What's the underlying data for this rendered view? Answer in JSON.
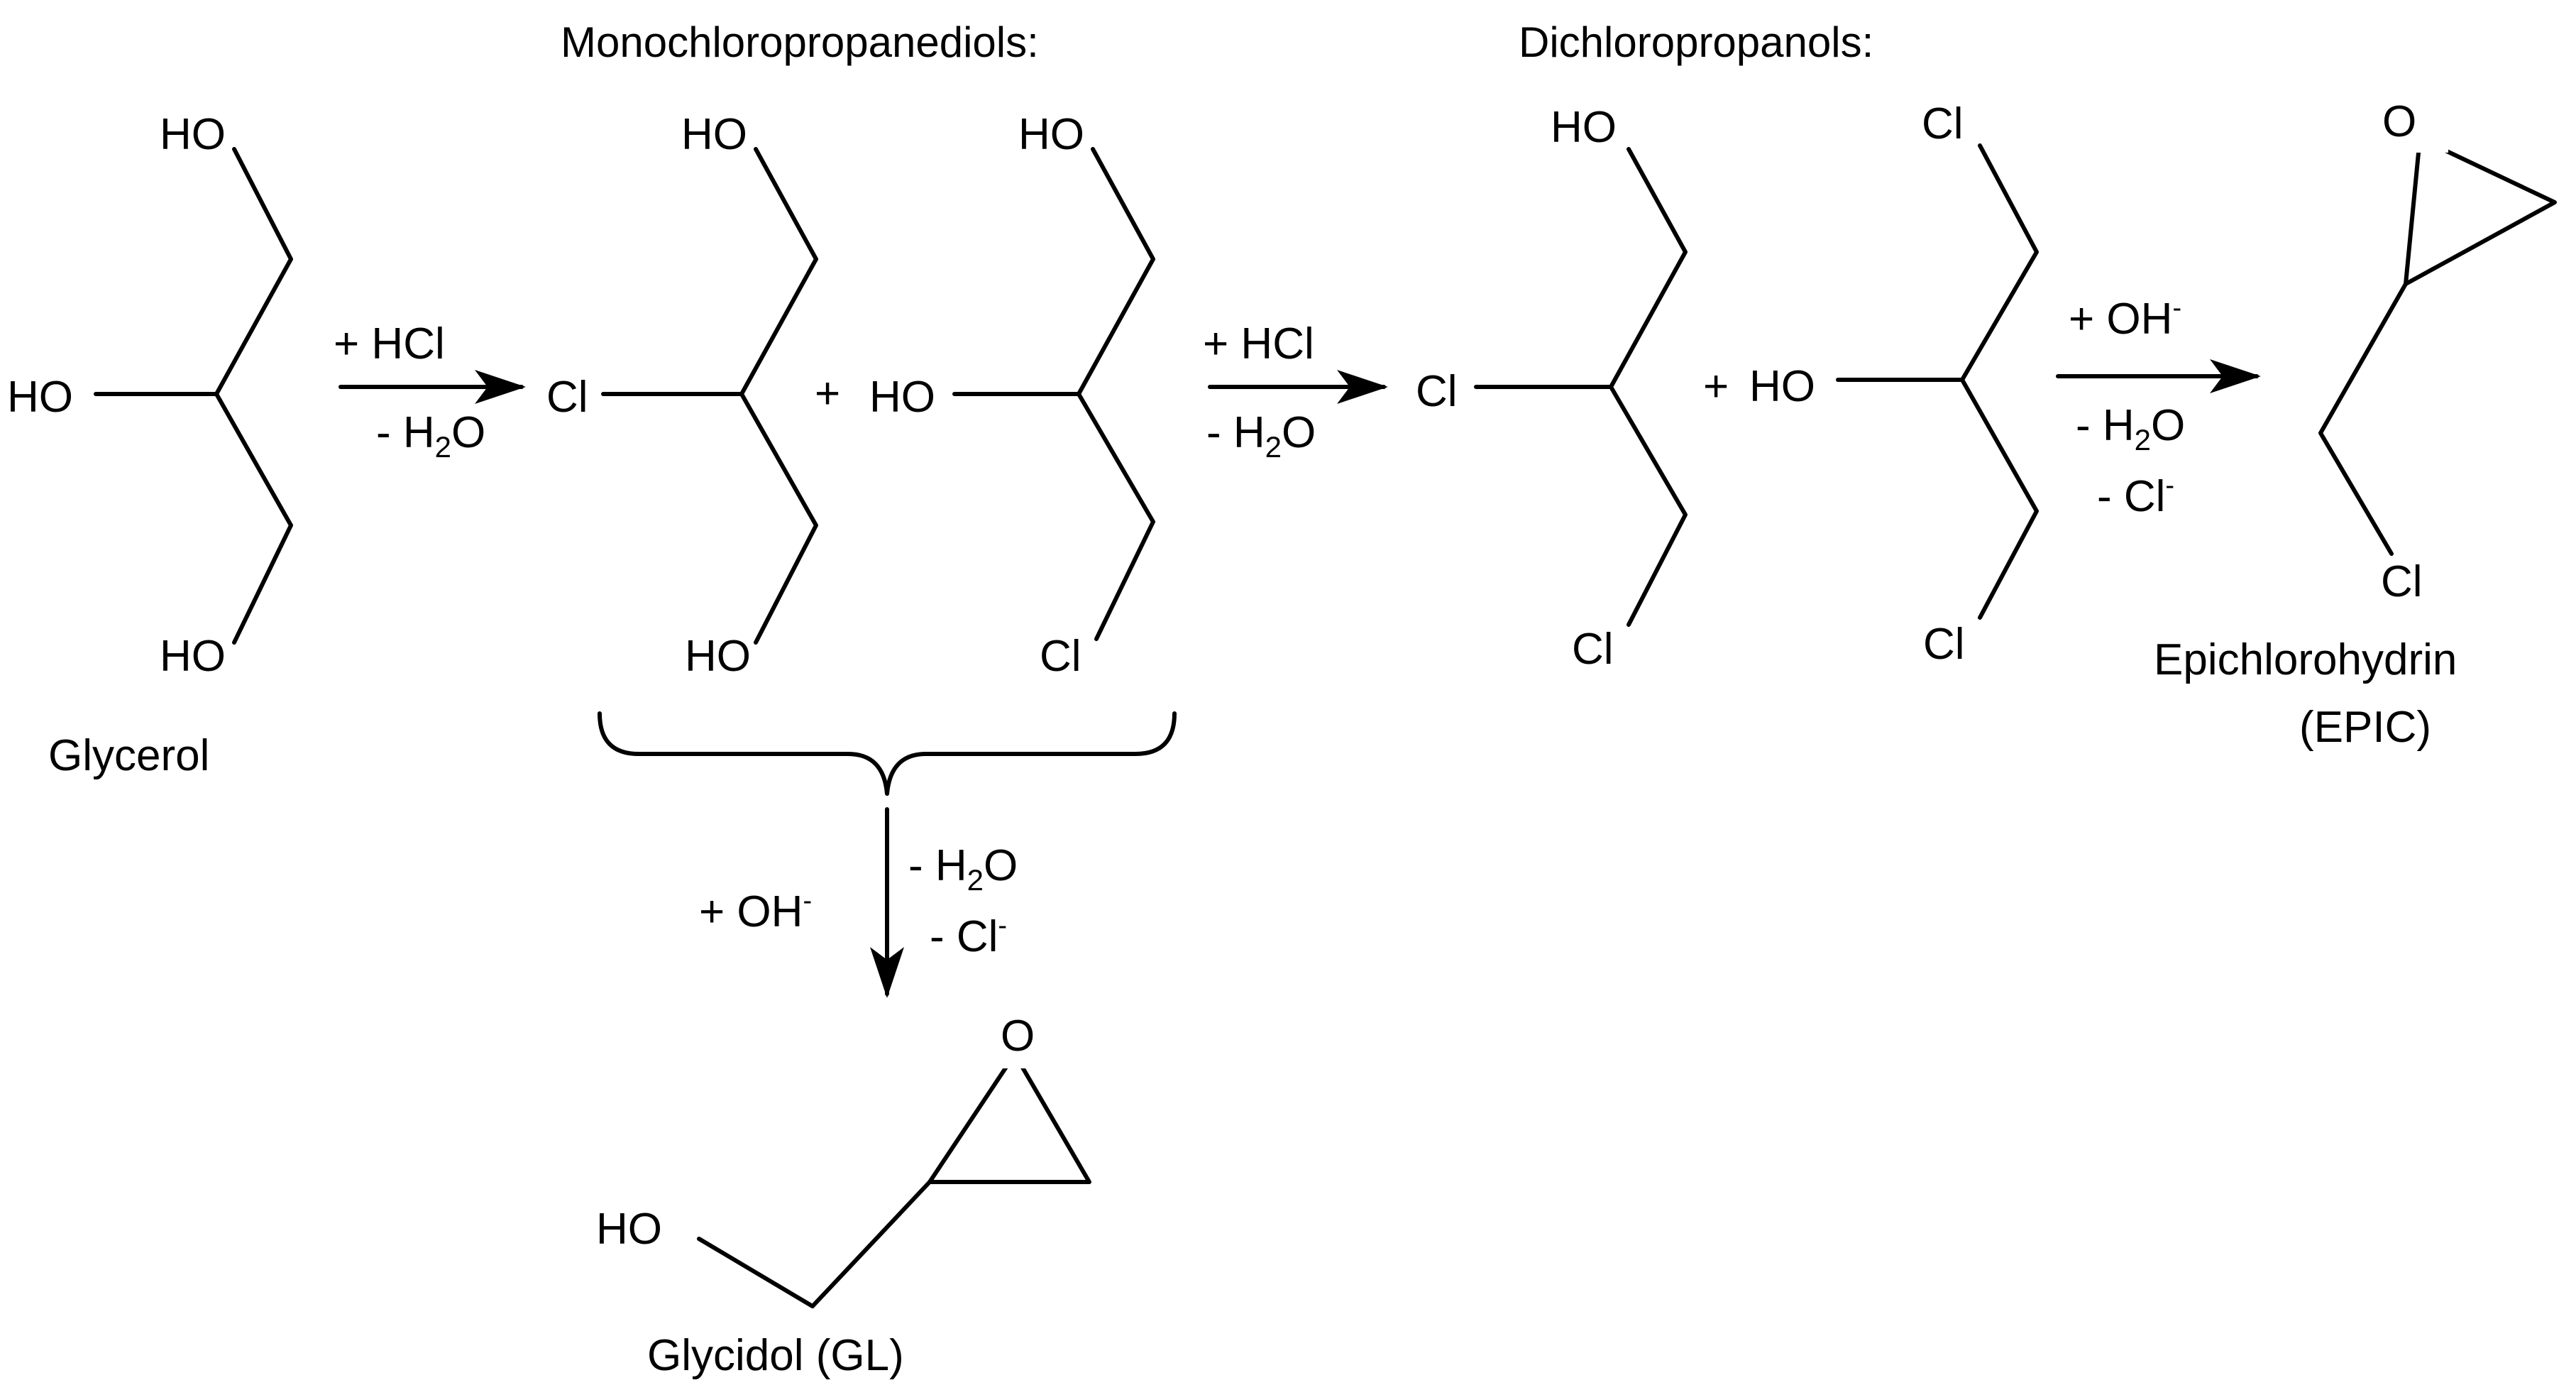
{
  "headers": {
    "mcpd": "Monochloropropanediols:",
    "dcp": "Dichloropropanols:"
  },
  "atoms": {
    "ho": "HO",
    "cl": "Cl",
    "o": "O"
  },
  "plus": "+",
  "compounds": {
    "glycerol": "Glycerol",
    "epic_name": "Epichlorohydrin",
    "epic_abbr": "(EPIC)",
    "glycidol": "Glycidol (GL)"
  },
  "conditions": {
    "plus_hcl": "+ HCl",
    "minus": "- H",
    "h2o_sub": "2",
    "h2o_o": "O",
    "plus_oh": "+ OH",
    "oh_charge": "-",
    "minus_cl": "- Cl",
    "cl_charge": "-"
  },
  "colors": {
    "ink": "#000000",
    "background": "#ffffff"
  }
}
